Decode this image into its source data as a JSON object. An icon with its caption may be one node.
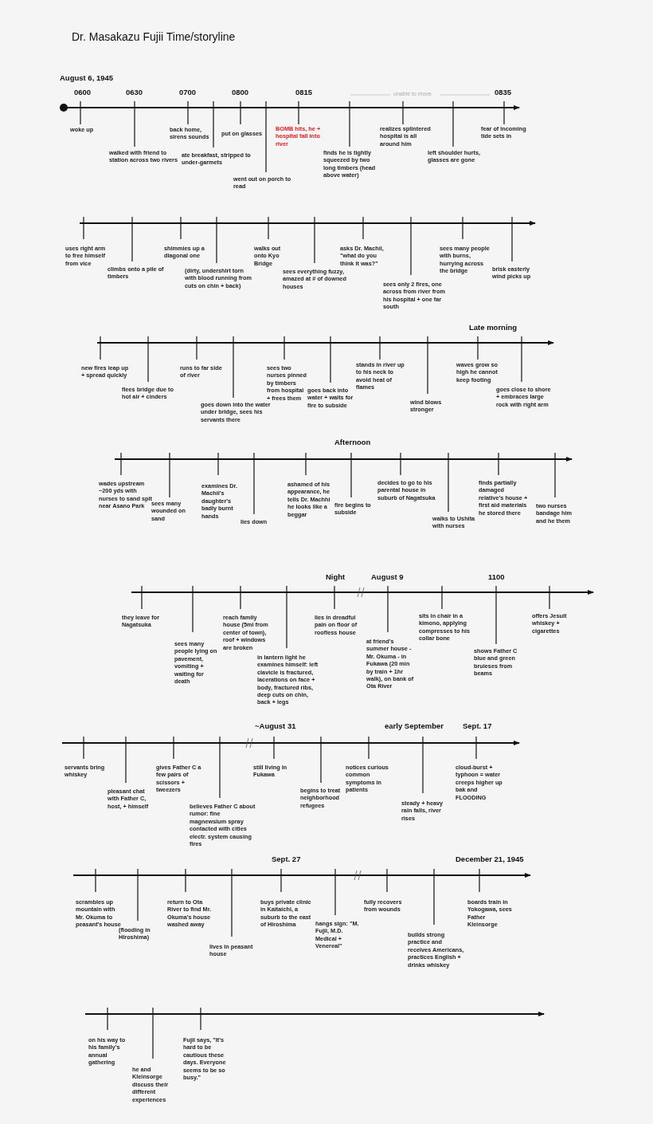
{
  "diagram": {
    "title": "Dr. Masakazu Fujii Time/storyline",
    "labels": [
      "August 6, 1945",
      "0600",
      "0630",
      "0700",
      "0800",
      "0815",
      "unable to move",
      "0835",
      "woke up",
      "walked with friend to station across two rivers",
      "back home, sirens sounds",
      "ate breakfast, stripped to under-garmets",
      "put on glasses",
      "went out on porch to read",
      "BOMB hits, he + hospital fall into river",
      "finds he is tightly squeezed by two long timbers (head above water)",
      "realizes splintered hospital is all around him",
      "left shoulder hurts, glasses are gone",
      "fear of incoming tide sets in",
      "uses right arm to free himself from vice",
      "climbs onto a pile of timbers",
      "shimmies up a diagonal one",
      "(dirty, undershirt torn with blood running from cuts on chin + back)",
      "walks out onto Kyo Bridge",
      "sees everything fuzzy, amazed at # of downed houses",
      "asks Dr. Machii, \"what do you think it was?\"",
      "sees only 2 fires, one across from river from his hospital + one far south",
      "sees many people with burns, hurrying across the bridge",
      "brisk easterly wind picks up",
      "Late morning",
      "new fires leap up + spread quickly",
      "flees bridge due to hot air + cinders",
      "runs to far side of river",
      "goes down into the water under bridge, sees his servants there",
      "sees two nurses pinned by timbers from hospital + frees them",
      "goes back into water + waits for fire to subside",
      "stands in river up to his neck to avoid heat of flames",
      "wind blows stronger",
      "waves grow so high he cannot keep footing",
      "goes close to shore + embraces large rock with right arm",
      "Afternoon",
      "wades upstream ~200 yds with nurses to sand spit near Asano Park",
      "sees many wounded on sand",
      "examines Dr. Machii's daughter's badly burnt hands",
      "lies down",
      "ashamed of his appearance, he tells Dr. Machhi he looks like a beggar",
      "fire begins to subside",
      "decides to go to his parental house in suburb of Nagatsuka",
      "walks to Ushita with nurses",
      "finds partially damaged relative's house + first aid materials he stored there",
      "two nurses bandage him and he them",
      "Night",
      "August 9",
      "1100",
      "they leave for Nagatsuka",
      "sees many people lying on pavement, vomiting + waiting for death",
      "reach family house (5mi from center of town), roof + windows are broken",
      "in lantern light he examines himself: left clavicle is fractured, lacerations on face + body, fractured ribs, deep cuts on chin, back + legs",
      "lies in dreadful pain on floor of roofless house",
      "at friend's summer house - Mr. Okuma - in Fukawa (20 min by train + 1hr walk), on bank of Ota River",
      "sits in chair in a kimono, applying compresses to his collar bone",
      "shows Father C blue and green bruieses from beams",
      "offers Jesuit whiskey + cigarettes",
      "~August 31",
      "early September",
      "Sept. 17",
      "servants bring whiskey",
      "pleasant chat with Father C, host, + himself",
      "gives Father C a few pairs of scissors + tweezers",
      "believes Father C about rumor: fine magnewsium spray contacted with cities electr. system causing fires",
      "still living in Fukawa",
      "begins to treat neighborhood refugees",
      "notices curious common symptoms in patients",
      "steady + heavy rain falls, river rises",
      "cloud-burst + typhoon = water creeps higher up bak and FLOODING",
      "Sept. 27",
      "December 21, 1945",
      "scrambles up mountain with Mr. Okuma to peasant's house",
      "(flooding in Hiroshima)",
      "return to Ota River to find Mr. Okuma's house washed away",
      "lives in peasant house",
      "buys private clinic in Kaitaichi, a suburb to the east of Hiroshima",
      "hangs sign: \"M. Fujii, M.D. Medical + Venereal\"",
      "fully recovers from wounds",
      "builds strong practice and receives Americans, practices English + drinks whiskey",
      "boards train in Yokogawa, sees Father Kleinsorge",
      "on his way to his family's annual gathering",
      "he and Kleinsorge discuss their different experiences",
      "Fujii says, \"It's hard to be cautious these days. Everyone seems to be so busy.\""
    ]
  }
}
